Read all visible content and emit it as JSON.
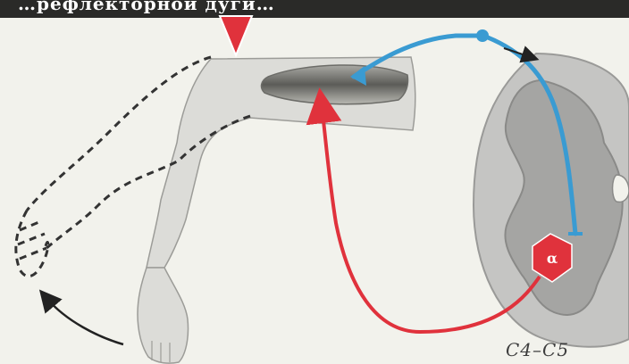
{
  "header": {
    "partial_title": "…рефлекторной дуги…"
  },
  "labels": {
    "spinal_segment": "C4–C5",
    "motor_neuron_letter": "α"
  },
  "colors": {
    "afferent": "#3a9bd2",
    "efferent": "#e0323c",
    "stimulus_marker": "#e0323c",
    "background": "#f2f2ec",
    "arm": "#dcdcd8",
    "spinal_gray_outer": "#bdbdbd",
    "spinal_gray_inner": "#9c9c9c"
  },
  "icons": {
    "stimulus": "red-triangle-icon",
    "motion": "curved-arrow-icon"
  }
}
